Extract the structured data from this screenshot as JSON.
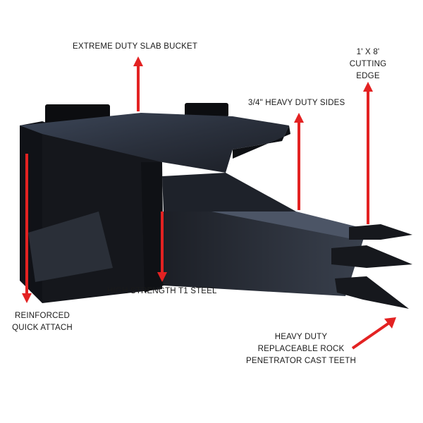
{
  "labels": {
    "slab_bucket": "EXTREME DUTY SLAB BUCKET",
    "cutting_edge": [
      "1' X 8'",
      "CUTTING",
      "EDGE"
    ],
    "sides": "3/4\" HEAVY DUTY SIDES",
    "steel": "HIGH STRENGTH T1 STEEL",
    "quick_attach": [
      "REINFORCED",
      "QUICK ATTACH"
    ],
    "teeth": [
      "HEAVY DUTY",
      "REPLACEABLE ROCK",
      "PENETRATOR CAST TEETH"
    ]
  },
  "colors": {
    "arrow": "#e32222",
    "steel": "#15171c",
    "highlight": "#4a5566"
  }
}
